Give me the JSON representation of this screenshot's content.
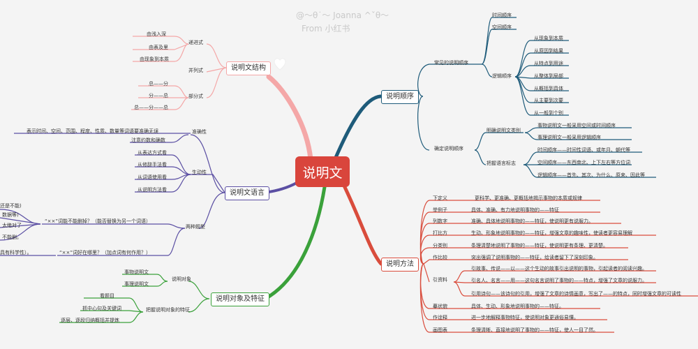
{
  "center": "说明文",
  "watermark": {
    "line1": "@～θ˙～ Joanna ^ˇθ～",
    "line2": "From 小红书"
  },
  "colors": {
    "center": "#d9453c",
    "pink": "#f4a7a7",
    "blue": "#1e5b7a",
    "red": "#d94c3c",
    "green": "#3aa13a",
    "purple": "#5b4fa3"
  },
  "branches": {
    "structure": {
      "label": "说明文结构",
      "groups": [
        {
          "label": "递进式",
          "items": [
            "由浅入深",
            "由表及里",
            "由现象到本质"
          ]
        },
        {
          "label": "并列式",
          "items": []
        },
        {
          "label": "部分式",
          "items": [
            "总——分",
            "分——总",
            "总——分——总"
          ]
        }
      ]
    },
    "language": {
      "label": "说明文语言",
      "groups": [
        {
          "label": "准确性",
          "items": [
            "表示时间、空间、范围、程度、性质、数量等词语要准确无误",
            "注意约数和确数"
          ]
        },
        {
          "label": "生动性",
          "items": [
            "从表达方式看",
            "从修辞手法看",
            "从词语使用看",
            "从说明方法看"
          ]
        },
        {
          "label": "两种题型",
          "items": [
            "“××”词能不能删掉？（能否替换为另一个词语）",
            "“××”词好在哪里？（加点词有何作用？）"
          ]
        }
      ],
      "cut_fragments": [
        "还是不能)",
        "数据等)",
        "太绝对了",
        "不能删。",
        "具有科学性）。"
      ]
    },
    "object": {
      "label": "说明对象及特征",
      "groups": [
        {
          "label": "说明对象",
          "items": [
            "事物说明文",
            "事理说明文"
          ]
        },
        {
          "label": "把握说明对象的特征",
          "items": [
            "看题目",
            "抓中心句及关键词",
            "逐层、逐段归纳概括并提炼"
          ]
        }
      ]
    },
    "order": {
      "label": "说明顺序",
      "common": {
        "label": "常见的说明顺序",
        "items": [
          "时间顺序",
          "空间顺序",
          "逻辑顺序"
        ],
        "logic": [
          "从现象到本质",
          "从原因到结果",
          "从特点到用途",
          "从整体到局部",
          "从概括到具体",
          "从主要到次要",
          "从一般到个别"
        ]
      },
      "determine": {
        "label": "确定说明顺序",
        "groups": [
          {
            "label": "明确说明文类别",
            "items": [
              "事物说明文一般采用空间或时间顺序",
              "事理说明文一般采用逻辑顺序"
            ]
          },
          {
            "label": "把握语言标志",
            "items": [
              "时间顺序——时间性词语、或年月、朝代等",
              "空间顺序——东西南北、上下左右等方位词",
              "逻辑顺序——首先、其次、为什么、原来、因此等"
            ]
          }
        ]
      }
    },
    "method": {
      "label": "说明方法",
      "items": [
        {
          "name": "下定义",
          "desc": "更科学、更准确、更概括地揭示事物的本质或规律"
        },
        {
          "name": "举例子",
          "desc": "具体、准确、有力地说明事物的——特征"
        },
        {
          "name": "列数字",
          "desc": "准确、具体地说明事物的——特征，使说明更有说服力。"
        },
        {
          "name": "打比方",
          "desc": "生动、形象地说明事物的——特征，增强文章的趣味性，使读者更容易理解"
        },
        {
          "name": "分类别",
          "desc": "条理清楚地说明了事物的——特征，使说明更有条理、更清楚。"
        },
        {
          "name": "作比较",
          "desc": "突出强调了说明事物的——特征，给读者留下了深刻印象。"
        },
        {
          "name": "引资料",
          "subs": [
            "引故事、传说——以——这个生动的故事引出说明的事物，引起读者的阅读兴趣。",
            "引名人、名言——用——这句名言说明了事物的——特点，增强了文章的说服力。",
            "引用诗句——该诗句的引用，增强了文章的诗情画意，写出了——的特点，同时增强文章的可读性"
          ]
        },
        {
          "name": "摹状貌",
          "desc": "具体、生动、形象地说明事物的——特征。"
        },
        {
          "name": "作诠释",
          "desc": "进一步地解释事物特征，使说明对象更通俗易懂。"
        },
        {
          "name": "画图表",
          "desc": "条理清晰、直接地说明了事物的——特征，使人一目了然。"
        }
      ]
    }
  }
}
